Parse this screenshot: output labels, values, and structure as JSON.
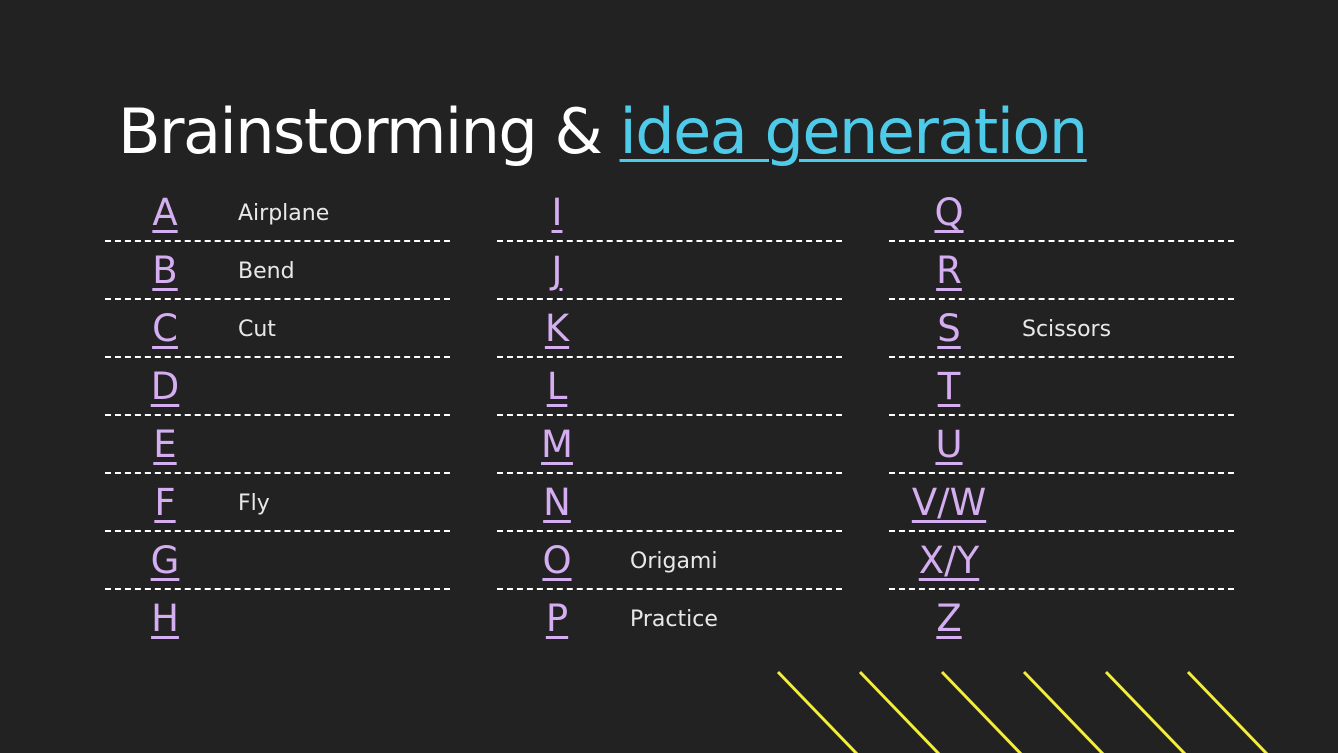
{
  "slide": {
    "title_main": "Brainstorming & ",
    "title_accent": "idea generation",
    "colors": {
      "background": "#222222",
      "title": "#ffffff",
      "accent": "#4fcbea",
      "letters": "#d4aef0",
      "words": "#e8e8e8",
      "stripes": "#f4ee3a"
    }
  },
  "columns": [
    {
      "rows": [
        {
          "letter": "A",
          "word": "Airplane"
        },
        {
          "letter": "B",
          "word": "Bend"
        },
        {
          "letter": "C",
          "word": "Cut"
        },
        {
          "letter": "D",
          "word": ""
        },
        {
          "letter": "E",
          "word": ""
        },
        {
          "letter": "F",
          "word": "Fly"
        },
        {
          "letter": "G",
          "word": ""
        },
        {
          "letter": "H",
          "word": ""
        }
      ]
    },
    {
      "rows": [
        {
          "letter": "I",
          "word": ""
        },
        {
          "letter": "J",
          "word": ""
        },
        {
          "letter": "K",
          "word": ""
        },
        {
          "letter": "L",
          "word": ""
        },
        {
          "letter": "M",
          "word": ""
        },
        {
          "letter": "N",
          "word": ""
        },
        {
          "letter": "O",
          "word": "Origami"
        },
        {
          "letter": "P",
          "word": "Practice"
        }
      ]
    },
    {
      "rows": [
        {
          "letter": "Q",
          "word": ""
        },
        {
          "letter": "R",
          "word": ""
        },
        {
          "letter": "S",
          "word": "Scissors"
        },
        {
          "letter": "T",
          "word": ""
        },
        {
          "letter": "U",
          "word": ""
        },
        {
          "letter": "V/W",
          "word": ""
        },
        {
          "letter": "X/Y",
          "word": ""
        },
        {
          "letter": "Z",
          "word": ""
        }
      ]
    }
  ]
}
